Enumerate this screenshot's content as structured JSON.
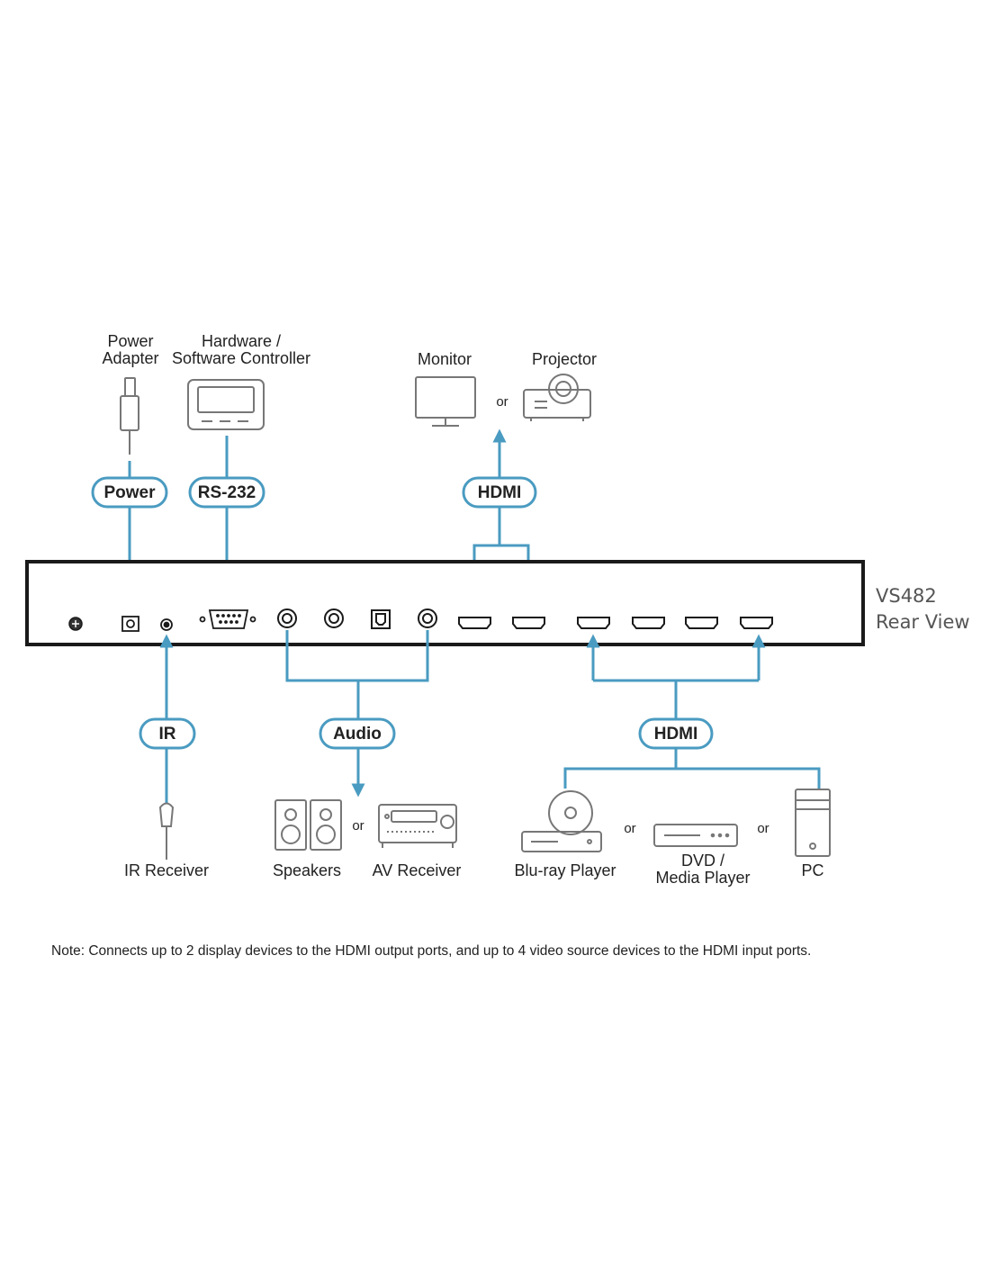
{
  "device": {
    "model": "VS482",
    "view": "Rear View"
  },
  "top_devices": {
    "power_adapter": [
      "Power",
      "Adapter"
    ],
    "controller": [
      "Hardware /",
      "Software Controller"
    ],
    "monitor": "Monitor",
    "projector": "Projector",
    "or": "or"
  },
  "connections": {
    "power": "Power",
    "rs232": "RS-232",
    "hdmi_out": "HDMI",
    "ir": "IR",
    "audio": "Audio",
    "hdmi_in": "HDMI"
  },
  "bottom_devices": {
    "ir_receiver": "IR Receiver",
    "speakers": "Speakers",
    "av_receiver": "AV Receiver",
    "bluray": "Blu-ray Player",
    "dvd": [
      "DVD /",
      "Media Player"
    ],
    "pc": "PC",
    "or": "or"
  },
  "note": "Note: Connects up to 2 display devices to the HDMI output ports, and up to 4 video source devices to the HDMI input ports.",
  "colors": {
    "connector_blue": "#4a9bc1",
    "panel_black": "#1a1a1a",
    "device_gray": "#777777"
  }
}
